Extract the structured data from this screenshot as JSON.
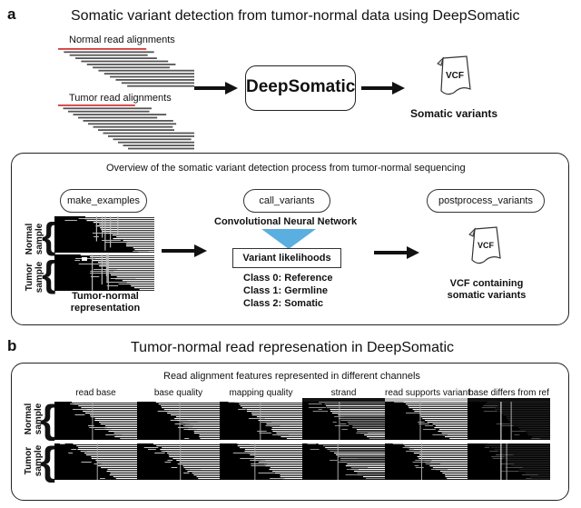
{
  "panel_a": {
    "letter": "a",
    "title": "Somatic variant detection from tumor-normal data using DeepSomatic",
    "normal_label": "Normal read alignments",
    "tumor_label": "Tumor read alignments",
    "tool_label": "DeepSomatic",
    "vcf_icon_text": "VCF",
    "output_label": "Somatic variants",
    "overview": {
      "title": "Overview of the somatic variant detection process from tumor-normal sequencing",
      "steps": [
        "make_examples",
        "call_variants",
        "postprocess_variants"
      ],
      "normal_sample_label": "Normal sample",
      "tumor_sample_label": "Tumor sample",
      "representation_label": "Tumor-normal representation",
      "cnn_label": "Convolutional Neural Network",
      "likelihoods_label": "Variant likelihoods",
      "classes": [
        "Class 0: Reference",
        "Class 1: Germline",
        "Class 2: Somatic"
      ],
      "vcf_icon_text": "VCF",
      "vcf_output_label": "VCF containing somatic variants"
    }
  },
  "panel_b": {
    "letter": "b",
    "title": "Tumor-normal read represenation in DeepSomatic",
    "subtitle": "Read alignment features represented in different channels",
    "channels": [
      "read base",
      "base quality",
      "mapping quality",
      "strand",
      "read supports variant",
      "base differs from ref"
    ],
    "normal_sample_label": "Normal sample",
    "tumor_sample_label": "Tumor sample"
  },
  "colors": {
    "arrow": "#111111",
    "cnn_triangle": "#5aaee0",
    "border": "#222222"
  }
}
